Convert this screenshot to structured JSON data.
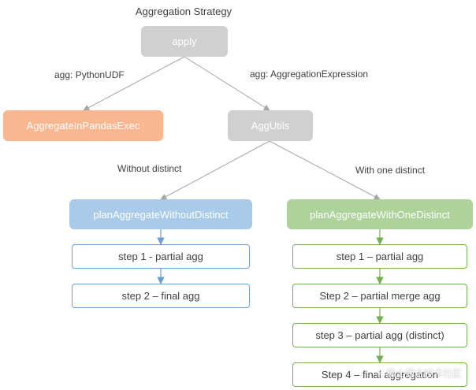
{
  "title": "Aggregation Strategy",
  "nodes": {
    "apply": "apply",
    "aggregate_in_pandas_exec": "AggregateInPandasExec",
    "agg_utils": "AggUtils",
    "plan_without_distinct": "planAggregateWithoutDistinct",
    "plan_with_one_distinct": "planAggregateWithOneDistinct",
    "left_steps": [
      "step 1 - partial agg",
      "step 2 – final agg"
    ],
    "right_steps": [
      "step 1 – partial agg",
      "Step 2 – partial merge agg",
      "step 3 – partial agg (distinct)",
      "Step 4 – final aggregation"
    ]
  },
  "edge_labels": {
    "python_udf": "agg: PythonUDF",
    "aggregation_expression": "agg: AggregationExpression",
    "without_distinct": "Without distinct",
    "with_one_distinct": "With one distinct"
  },
  "watermark": {
    "glyph": "ⓒ",
    "text": "稀土掘金技术社区"
  },
  "colors": {
    "gray": "#d0d0d0",
    "orange": "#f8b790",
    "blue": "#a9cbe9",
    "green": "#aed39a",
    "blue_line": "#6a9fd2",
    "green_line": "#72b151",
    "gray_line": "#a6a6a6"
  }
}
